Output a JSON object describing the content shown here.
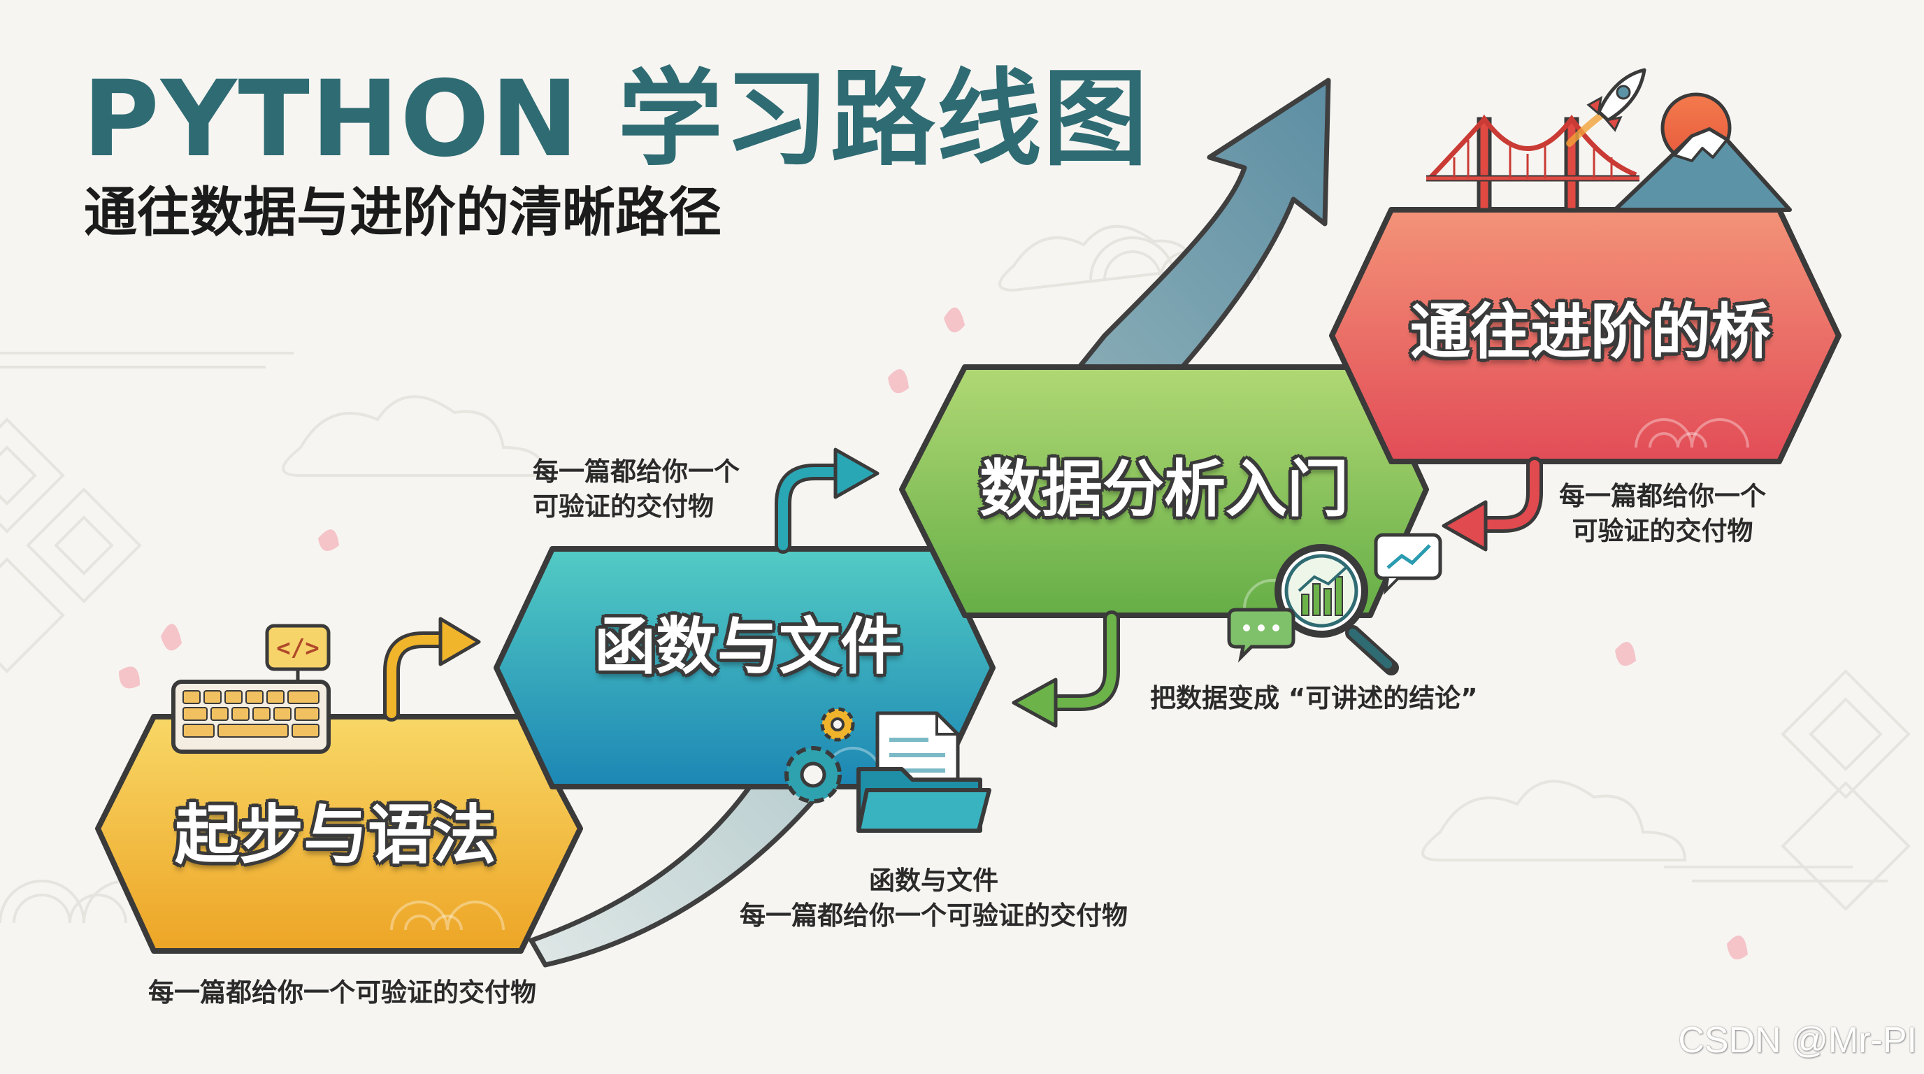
{
  "header": {
    "title": "PYTHON 学习路线图",
    "subtitle": "通往数据与进阶的清晰路径"
  },
  "stages": [
    {
      "label": "起步与语法",
      "color_top": "#f7cf58",
      "color_bottom": "#eea72a"
    },
    {
      "label": "函数与文件",
      "color_top": "#4ec8c3",
      "color_bottom": "#1f8fb8"
    },
    {
      "label": "数据分析入门",
      "color_top": "#a8d46a",
      "color_bottom": "#6cb34a"
    },
    {
      "label": "通往进阶的桥",
      "color_top": "#f28a73",
      "color_bottom": "#e5525a"
    }
  ],
  "notes": {
    "stage1_caption": "每一篇都给你一个可验证的交付物",
    "stage2_above_line1": "每一篇都给你一个",
    "stage2_above_line2": "可验证的交付物",
    "stage2_below_line1": "函数与文件",
    "stage2_below_line2": "每一篇都给你一个可验证的交付物",
    "stage3_caption": "把数据变成 “可讲述的结论”",
    "stage4_line1": "每一篇都给你一个",
    "stage4_line2": "可验证的交付物"
  },
  "icons": [
    "code-icon",
    "keyboard-icon",
    "gear-icon",
    "document-icon",
    "folder-icon",
    "magnifier-chart-icon",
    "chat-bubble-icon",
    "trend-chart-icon",
    "rocket-icon",
    "bridge-icon",
    "mountain-icon",
    "sun-icon",
    "cloud-icon",
    "petal-icon"
  ],
  "colors": {
    "title": "#2f6b73",
    "arrow_yellow": "#f1b52b",
    "arrow_teal": "#2aa7b5",
    "arrow_green": "#6cb34a",
    "arrow_red": "#e14a4f",
    "big_arrow": "#6f9aa7"
  },
  "watermark": "CSDN @Mr-PI"
}
